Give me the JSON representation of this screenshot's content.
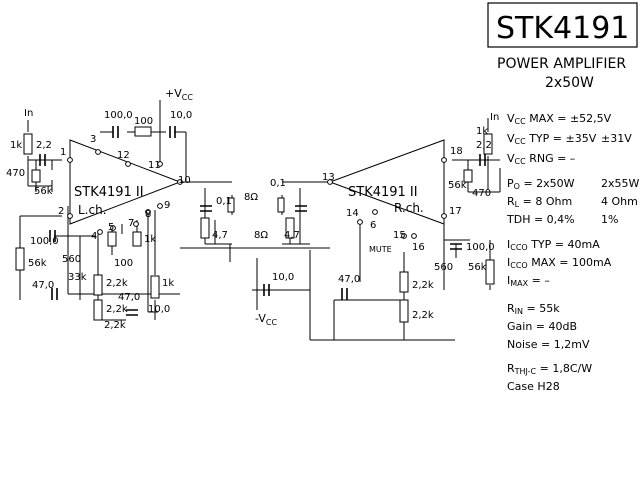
{
  "title": {
    "model": "STK4191 II",
    "subtitle": "POWER AMPLIFIER",
    "rating": "2x50W"
  },
  "circuit": {
    "chip_left": "STK4191 II",
    "chip_left_channel": "L.ch.",
    "chip_right": "STK4191 II",
    "chip_right_channel": "R.ch.",
    "in_left": "In",
    "in_right": "In",
    "supply_pos": "+V",
    "supply_pos_sub": "CC",
    "supply_neg": "-V",
    "supply_neg_sub": "CC",
    "mute": "MUTE",
    "pins": [
      "1",
      "2",
      "3",
      "4",
      "5",
      "6",
      "7",
      "8",
      "9",
      "10",
      "11",
      "12",
      "13",
      "14",
      "15",
      "16",
      "17",
      "18"
    ],
    "components": {
      "c_in_l": "2,2",
      "r_in_l": "1k",
      "c_470_l": "470",
      "r_56k_l": "56k",
      "c_100_top": "100,0",
      "r_100_top": "100",
      "c_10_top": "10,0",
      "c_100_l": "100,0",
      "r_56k_l2": "56k",
      "r_560_l": "560",
      "r_33k_l": "33k",
      "r_100_mid": "100",
      "r_1k_l": "1k",
      "r_2k2_l1": "2,2k",
      "c_47_l": "47,0",
      "r_2k2_l2": "2,2k",
      "c_47_l2": "47,0",
      "c_10_l2": "10,0",
      "r_2k2_l3": "2,2k",
      "r_1k_l2": "1k",
      "c_01_l": "0,1",
      "r_47_l": "4,7",
      "spk_l": "8Ω",
      "c_01_r": "0,1",
      "r_47_r": "4,7",
      "spk_r": "8Ω",
      "c_10_neg": "10,0",
      "c_in_r": "2,2",
      "r_in_r": "1k",
      "r_56k_r": "56k",
      "c_470_r": "470",
      "c_100_r": "100,0",
      "r_560_r": "560",
      "r_56k_r2": "56k",
      "c_47_r": "47,0",
      "r_2k2_r1": "2,2k",
      "r_2k2_r2": "2,2k"
    }
  },
  "specs": [
    {
      "name": "V",
      "sub": "CC",
      "suffix": " MAX",
      "value": "= ±52,5V",
      "alt": ""
    },
    {
      "name": "V",
      "sub": "CC",
      "suffix": " TYP",
      "value": "= ±35V",
      "alt": "±31V"
    },
    {
      "name": "V",
      "sub": "CC",
      "suffix": " RNG",
      "value": "= –",
      "alt": ""
    },
    {
      "name": "P",
      "sub": "O",
      "suffix": "",
      "value": "= 2x50W",
      "alt": "2x55W"
    },
    {
      "name": "R",
      "sub": "L",
      "suffix": "",
      "value": "= 8 Ohm",
      "alt": "4 Ohm"
    },
    {
      "name": "TDH",
      "sub": "",
      "suffix": "",
      "value": "= 0,4%",
      "alt": "1%"
    },
    {
      "name": "I",
      "sub": "CCO",
      "suffix": " TYP",
      "value": "= 40mA",
      "alt": ""
    },
    {
      "name": "I",
      "sub": "CCO",
      "suffix": " MAX",
      "value": "= 100mA",
      "alt": ""
    },
    {
      "name": "I",
      "sub": "MAX",
      "suffix": "",
      "value": "= –",
      "alt": ""
    },
    {
      "name": "R",
      "sub": "IN",
      "suffix": "",
      "value": "= 55k",
      "alt": ""
    },
    {
      "name": "Gain",
      "sub": "",
      "suffix": "",
      "value": "= 40dB",
      "alt": ""
    },
    {
      "name": "Noise",
      "sub": "",
      "suffix": "",
      "value": "= 1,2mV",
      "alt": ""
    },
    {
      "name": "R",
      "sub": "THJ-C",
      "suffix": "",
      "value": "= 1,8C/W",
      "alt": ""
    },
    {
      "name": "Case",
      "sub": "",
      "suffix": "",
      "value": "H28",
      "alt": ""
    }
  ]
}
